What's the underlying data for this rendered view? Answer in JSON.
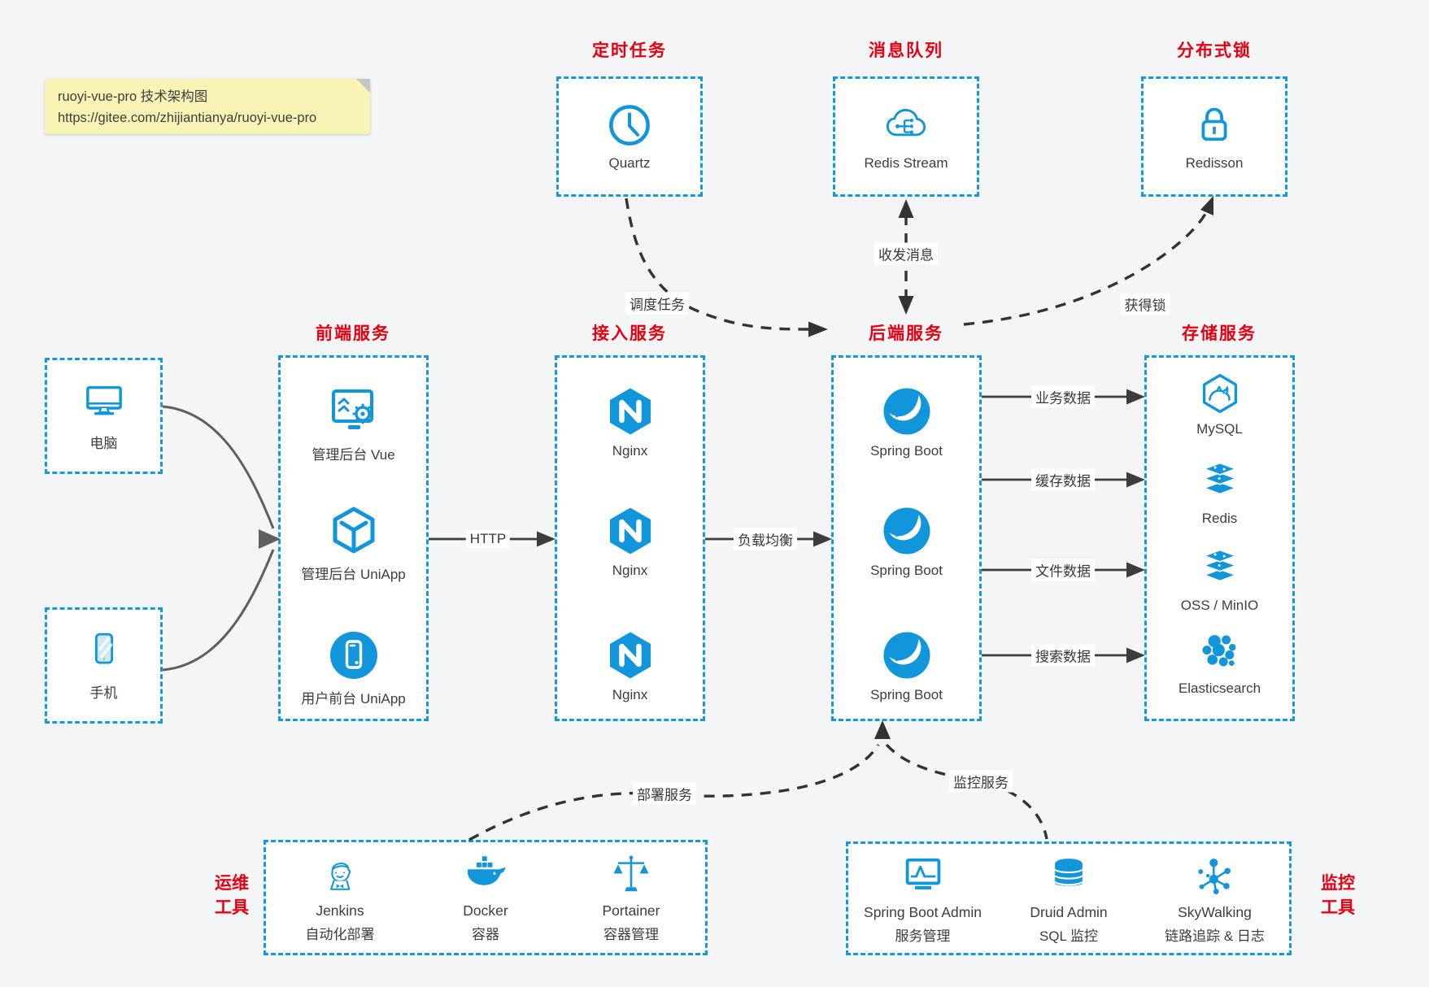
{
  "note": {
    "line1": "ruoyi-vue-pro 技术架构图",
    "line2": "https://gitee.com/zhijiantianya/ruoyi-vue-pro"
  },
  "colors": {
    "accent_blue": "#1296db",
    "title_red": "#e60012",
    "note_bg": "#faf3b6",
    "canvas_bg": "#f4f5f6",
    "arrow_dark": "#3d3d3d"
  },
  "top_services": [
    {
      "title": "定时任务",
      "item": {
        "label": "Quartz",
        "icon": "clock-icon"
      }
    },
    {
      "title": "消息队列",
      "item": {
        "label": "Redis Stream",
        "icon": "cloud-share-icon"
      }
    },
    {
      "title": "分布式锁",
      "item": {
        "label": "Redisson",
        "icon": "lock-icon"
      }
    }
  ],
  "clients": [
    {
      "label": "电脑",
      "icon": "desktop-icon"
    },
    {
      "label": "手机",
      "icon": "smartphone-icon"
    }
  ],
  "columns": [
    {
      "title": "前端服务",
      "items": [
        {
          "label": "管理后台 Vue",
          "icon": "admin-vue-icon"
        },
        {
          "label": "管理后台 UniApp",
          "icon": "uniapp-cube-icon"
        },
        {
          "label": "用户前台 UniApp",
          "icon": "user-app-icon"
        }
      ]
    },
    {
      "title": "接入服务",
      "items": [
        {
          "label": "Nginx",
          "icon": "nginx-icon"
        },
        {
          "label": "Nginx",
          "icon": "nginx-icon"
        },
        {
          "label": "Nginx",
          "icon": "nginx-icon"
        }
      ]
    },
    {
      "title": "后端服务",
      "items": [
        {
          "label": "Spring Boot",
          "icon": "spring-boot-icon"
        },
        {
          "label": "Spring Boot",
          "icon": "spring-boot-icon"
        },
        {
          "label": "Spring Boot",
          "icon": "spring-boot-icon"
        }
      ]
    },
    {
      "title": "存储服务",
      "items": [
        {
          "label": "MySQL",
          "icon": "mysql-icon"
        },
        {
          "label": "Redis",
          "icon": "redis-stack-icon"
        },
        {
          "label": "OSS / MinIO",
          "icon": "oss-stack-icon"
        },
        {
          "label": "Elasticsearch",
          "icon": "elasticsearch-icon"
        }
      ]
    }
  ],
  "edges": {
    "http": "HTTP",
    "load_balance": "负载均衡",
    "schedule": "调度任务",
    "messages": "收发消息",
    "lock": "获得锁",
    "business_data": "业务数据",
    "cache_data": "缓存数据",
    "file_data": "文件数据",
    "search_data": "搜索数据",
    "deploy": "部署服务",
    "monitor": "监控服务"
  },
  "ops_tools": {
    "label_line1": "运维",
    "label_line2": "工具",
    "items": [
      {
        "name": "Jenkins",
        "desc": "自动化部署",
        "icon": "jenkins-icon"
      },
      {
        "name": "Docker",
        "desc": "容器",
        "icon": "docker-icon"
      },
      {
        "name": "Portainer",
        "desc": "容器管理",
        "icon": "portainer-icon"
      }
    ]
  },
  "monitor_tools": {
    "label_line1": "监控",
    "label_line2": "工具",
    "items": [
      {
        "name": "Spring Boot Admin",
        "desc": "服务管理",
        "icon": "spring-boot-admin-icon"
      },
      {
        "name": "Druid Admin",
        "desc": "SQL 监控",
        "icon": "druid-icon"
      },
      {
        "name": "SkyWalking",
        "desc": "链路追踪 & 日志",
        "icon": "skywalking-icon"
      }
    ]
  }
}
